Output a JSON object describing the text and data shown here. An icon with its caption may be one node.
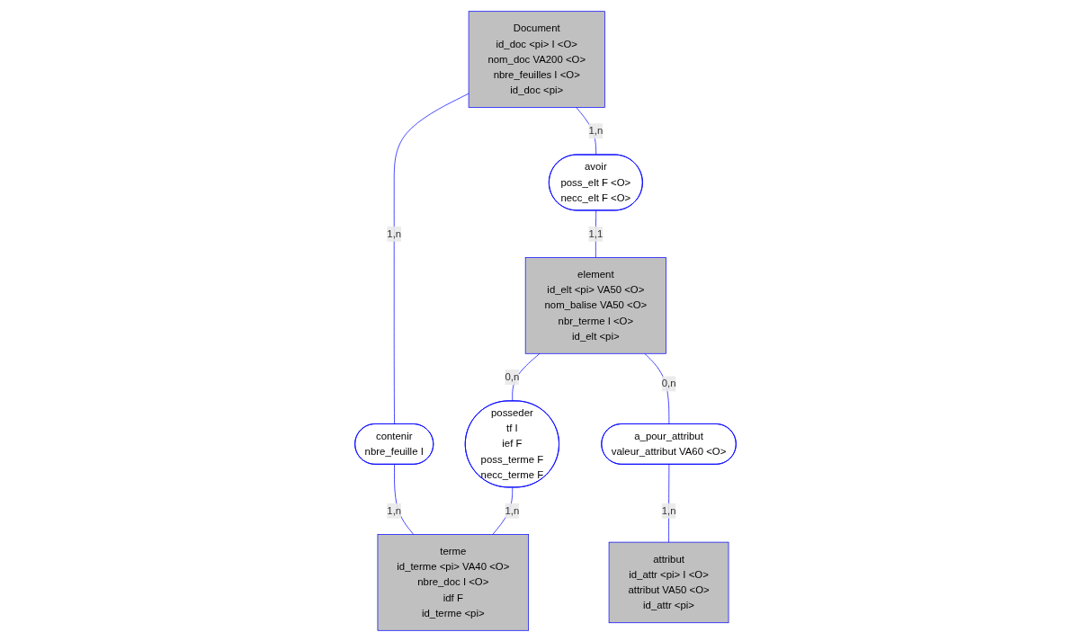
{
  "diagram": {
    "nodes": [
      {
        "text": [
          "Document",
          "id_doc <pi> I <O>",
          "nom_doc VA200 <O>",
          "nbre_feuilles I <O>",
          "id_doc <pi>"
        ]
      },
      {
        "text": [
          "avoir",
          "poss_elt F <O>",
          "necc_elt F <O>"
        ]
      },
      {
        "text": [
          "element",
          "id_elt <pi> VA50 <O>",
          "nom_balise VA50 <O>",
          "nbr_terme I <O>",
          "id_elt <pi>"
        ]
      },
      {
        "text": [
          "contenir",
          "nbre_feuille I"
        ]
      },
      {
        "text": [
          "posseder",
          "tf I",
          "ief F",
          "poss_terme F",
          "necc_terme F"
        ]
      },
      {
        "text": [
          "a_pour_attribut",
          "valeur_attribut VA60 <O>"
        ]
      },
      {
        "text": [
          "terme",
          "id_terme <pi> VA40 <O>",
          "nbre_doc I <O>",
          "idf F",
          "id_terme <pi>"
        ]
      },
      {
        "text": [
          "attribut",
          "id_attr <pi> I <O>",
          "attribut VA50 <O>",
          "id_attr <pi>"
        ]
      }
    ],
    "edges": [
      {
        "from": 0,
        "to": 1,
        "arrow": "none",
        "label": "1,n"
      },
      {
        "from": 1,
        "to": 2,
        "arrow": "none",
        "label": "1,1"
      },
      {
        "from": 0,
        "to": 3,
        "arrow": "none",
        "label": "1,n"
      },
      {
        "from": 2,
        "to": 4,
        "arrow": "none",
        "label": "0,n"
      },
      {
        "from": 2,
        "to": 5,
        "arrow": "none",
        "label": "0,n"
      },
      {
        "from": 3,
        "to": 6,
        "arrow": "none",
        "label": "1,n"
      },
      {
        "from": 4,
        "to": 6,
        "arrow": "none",
        "label": "1,n"
      },
      {
        "from": 5,
        "to": 7,
        "arrow": "none",
        "label": "1,n"
      }
    ]
  }
}
